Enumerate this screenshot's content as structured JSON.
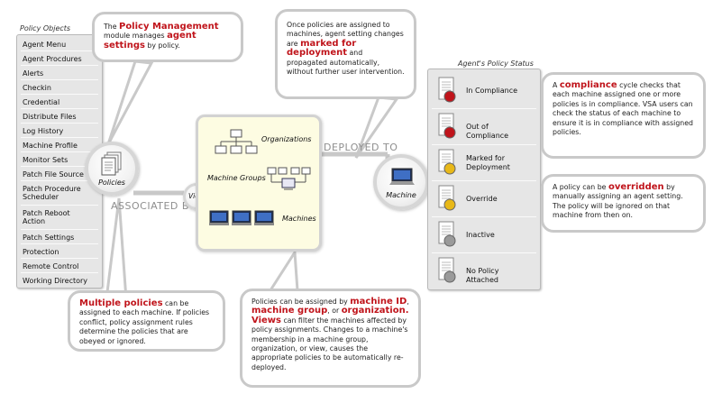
{
  "policy_objects": {
    "title": "Policy Objects",
    "items": [
      "Agent Menu",
      "Agent Procdures",
      "Alerts",
      "Checkin",
      "Credential",
      "Distribute Files",
      "Log History",
      "Machine Profile",
      "Monitor Sets",
      "Patch File Source",
      "Patch Procedure Scheduler",
      "Patch Reboot Action",
      "Patch Settings",
      "Protection",
      "Remote Control",
      "Working Directory"
    ]
  },
  "callout_top": {
    "p1": "The ",
    "h1": "Policy Management",
    "p2": " module manages ",
    "h2": "agent settings",
    "p3": " by policy."
  },
  "callout_deploy": {
    "p1": "Once policies are assigned to machines, agent setting changes are ",
    "h1": "marked for deployment",
    "p2": " and propagated automatically, without further user intervention."
  },
  "callout_multiple": {
    "h1": "Multiple policies",
    "p1": " can be assigned to each machine. If policies conflict, policy assignment rules determine the policies that are obeyed or ignored."
  },
  "callout_assign": {
    "p1": "Policies can be assigned by ",
    "h1": "machine ID",
    "p2": ", ",
    "h2": "machine group",
    "p3": ", or ",
    "h3": "organization.",
    "p4": " ",
    "h4": "Views",
    "p5": " can filter the machines affected by policy assignments. Changes to a machine's membership in a machine group, organization, or view, causes the appropriate policies to be automatically re-deployed."
  },
  "callout_compliance": {
    "p1": "A ",
    "h1": "compliance",
    "p2": " cycle checks that each machine assigned one or more policies is in compliance. VSA users can check the status of each machine to ensure it is in compliance with assigned policies."
  },
  "callout_override": {
    "p1": "A policy can be ",
    "h1": "overridden",
    "p2": " by manually assigning an agent setting. The policy will be ignored on that machine from then on."
  },
  "policies_label": "Policies",
  "view_label": "View",
  "machine_label": "Machine",
  "associated_by": "ASSOCIATED BY",
  "deployed_to": "DEPLOYED TO",
  "center": {
    "organizations": "Organizations",
    "machine_groups": "Machine Groups",
    "machines": "Machines"
  },
  "status": {
    "title": "Agent's Policy Status",
    "items": [
      {
        "label": "In Compliance",
        "color": "#c0141b",
        "icon": "compliance-doc-icon"
      },
      {
        "label": "Out of Compliance",
        "color": "#c0141b",
        "icon": "gear-doc-icon"
      },
      {
        "label": "Marked for Deployment",
        "color": "#e8b818",
        "icon": "pending-doc-icon"
      },
      {
        "label": "Override",
        "color": "#e8b818",
        "icon": "override-doc-icon"
      },
      {
        "label": "Inactive",
        "color": "#9a9a9a",
        "icon": "inactive-doc-icon"
      },
      {
        "label": "No Policy Attached",
        "color": "#9a9a9a",
        "icon": "no-policy-doc-icon"
      }
    ]
  },
  "colors": {
    "accent_red": "#c0141b",
    "callout_border": "#c9c9c9",
    "panel_bg": "#e6e6e6",
    "center_bg": "#fdfce2"
  }
}
